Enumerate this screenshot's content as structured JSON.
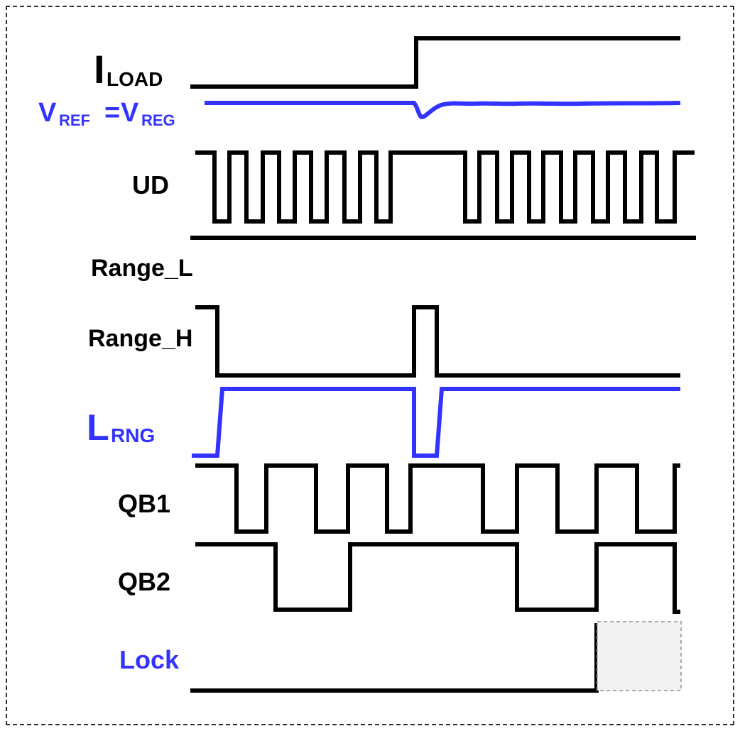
{
  "colors": {
    "digital": "#000000",
    "highlight": "#3333ff",
    "frame": "#333333",
    "lock_box_fill": "#f2f2f2",
    "lock_box_border": "#aaaaaa"
  },
  "signals": {
    "iload": {
      "main": "I",
      "sub": "LOAD"
    },
    "vref": {
      "v1": "V",
      "s1": "REF",
      "eq": "=",
      "v2": "V",
      "s2": "REG"
    },
    "ud": {
      "label": "UD"
    },
    "range_l": {
      "label": "Range_L"
    },
    "range_h": {
      "label": "Range_H"
    },
    "lrng": {
      "main": "L",
      "sub": "RNG"
    },
    "qb1": {
      "label": "QB1"
    },
    "qb2": {
      "label": "QB2"
    },
    "lock": {
      "label": "Lock"
    }
  }
}
